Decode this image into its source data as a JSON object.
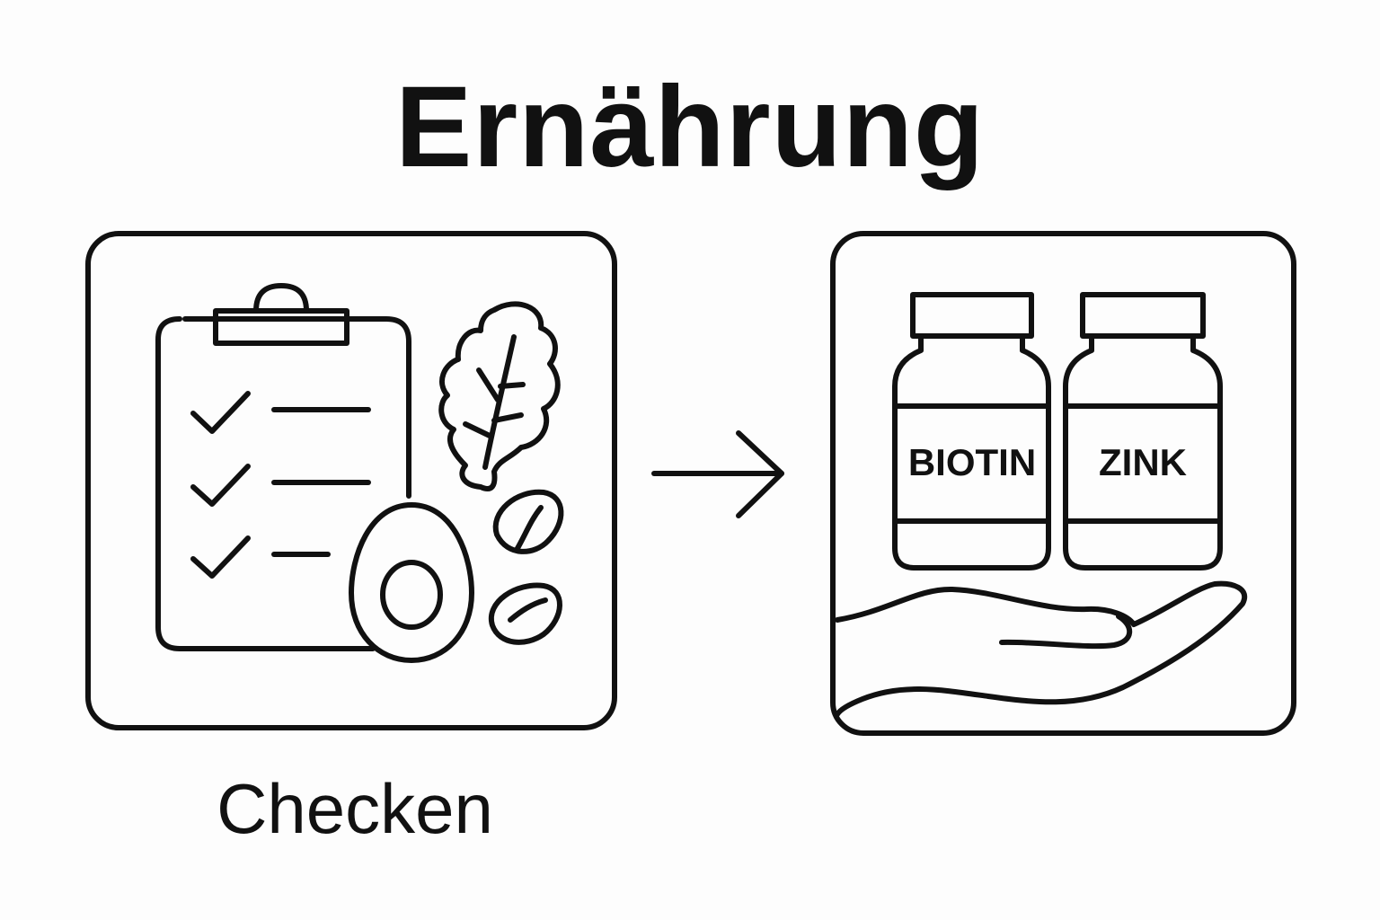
{
  "title": "Ernährung",
  "step_left": {
    "caption": "Checken",
    "icons": [
      "clipboard-checklist-icon",
      "leaf-icon",
      "avocado-icon",
      "bean-icon"
    ]
  },
  "step_right": {
    "bottle_labels": [
      "BIOTIN",
      "ZINK"
    ],
    "icons": [
      "supplement-bottle-icon",
      "open-hand-icon"
    ]
  },
  "arrow": "right-arrow-icon"
}
